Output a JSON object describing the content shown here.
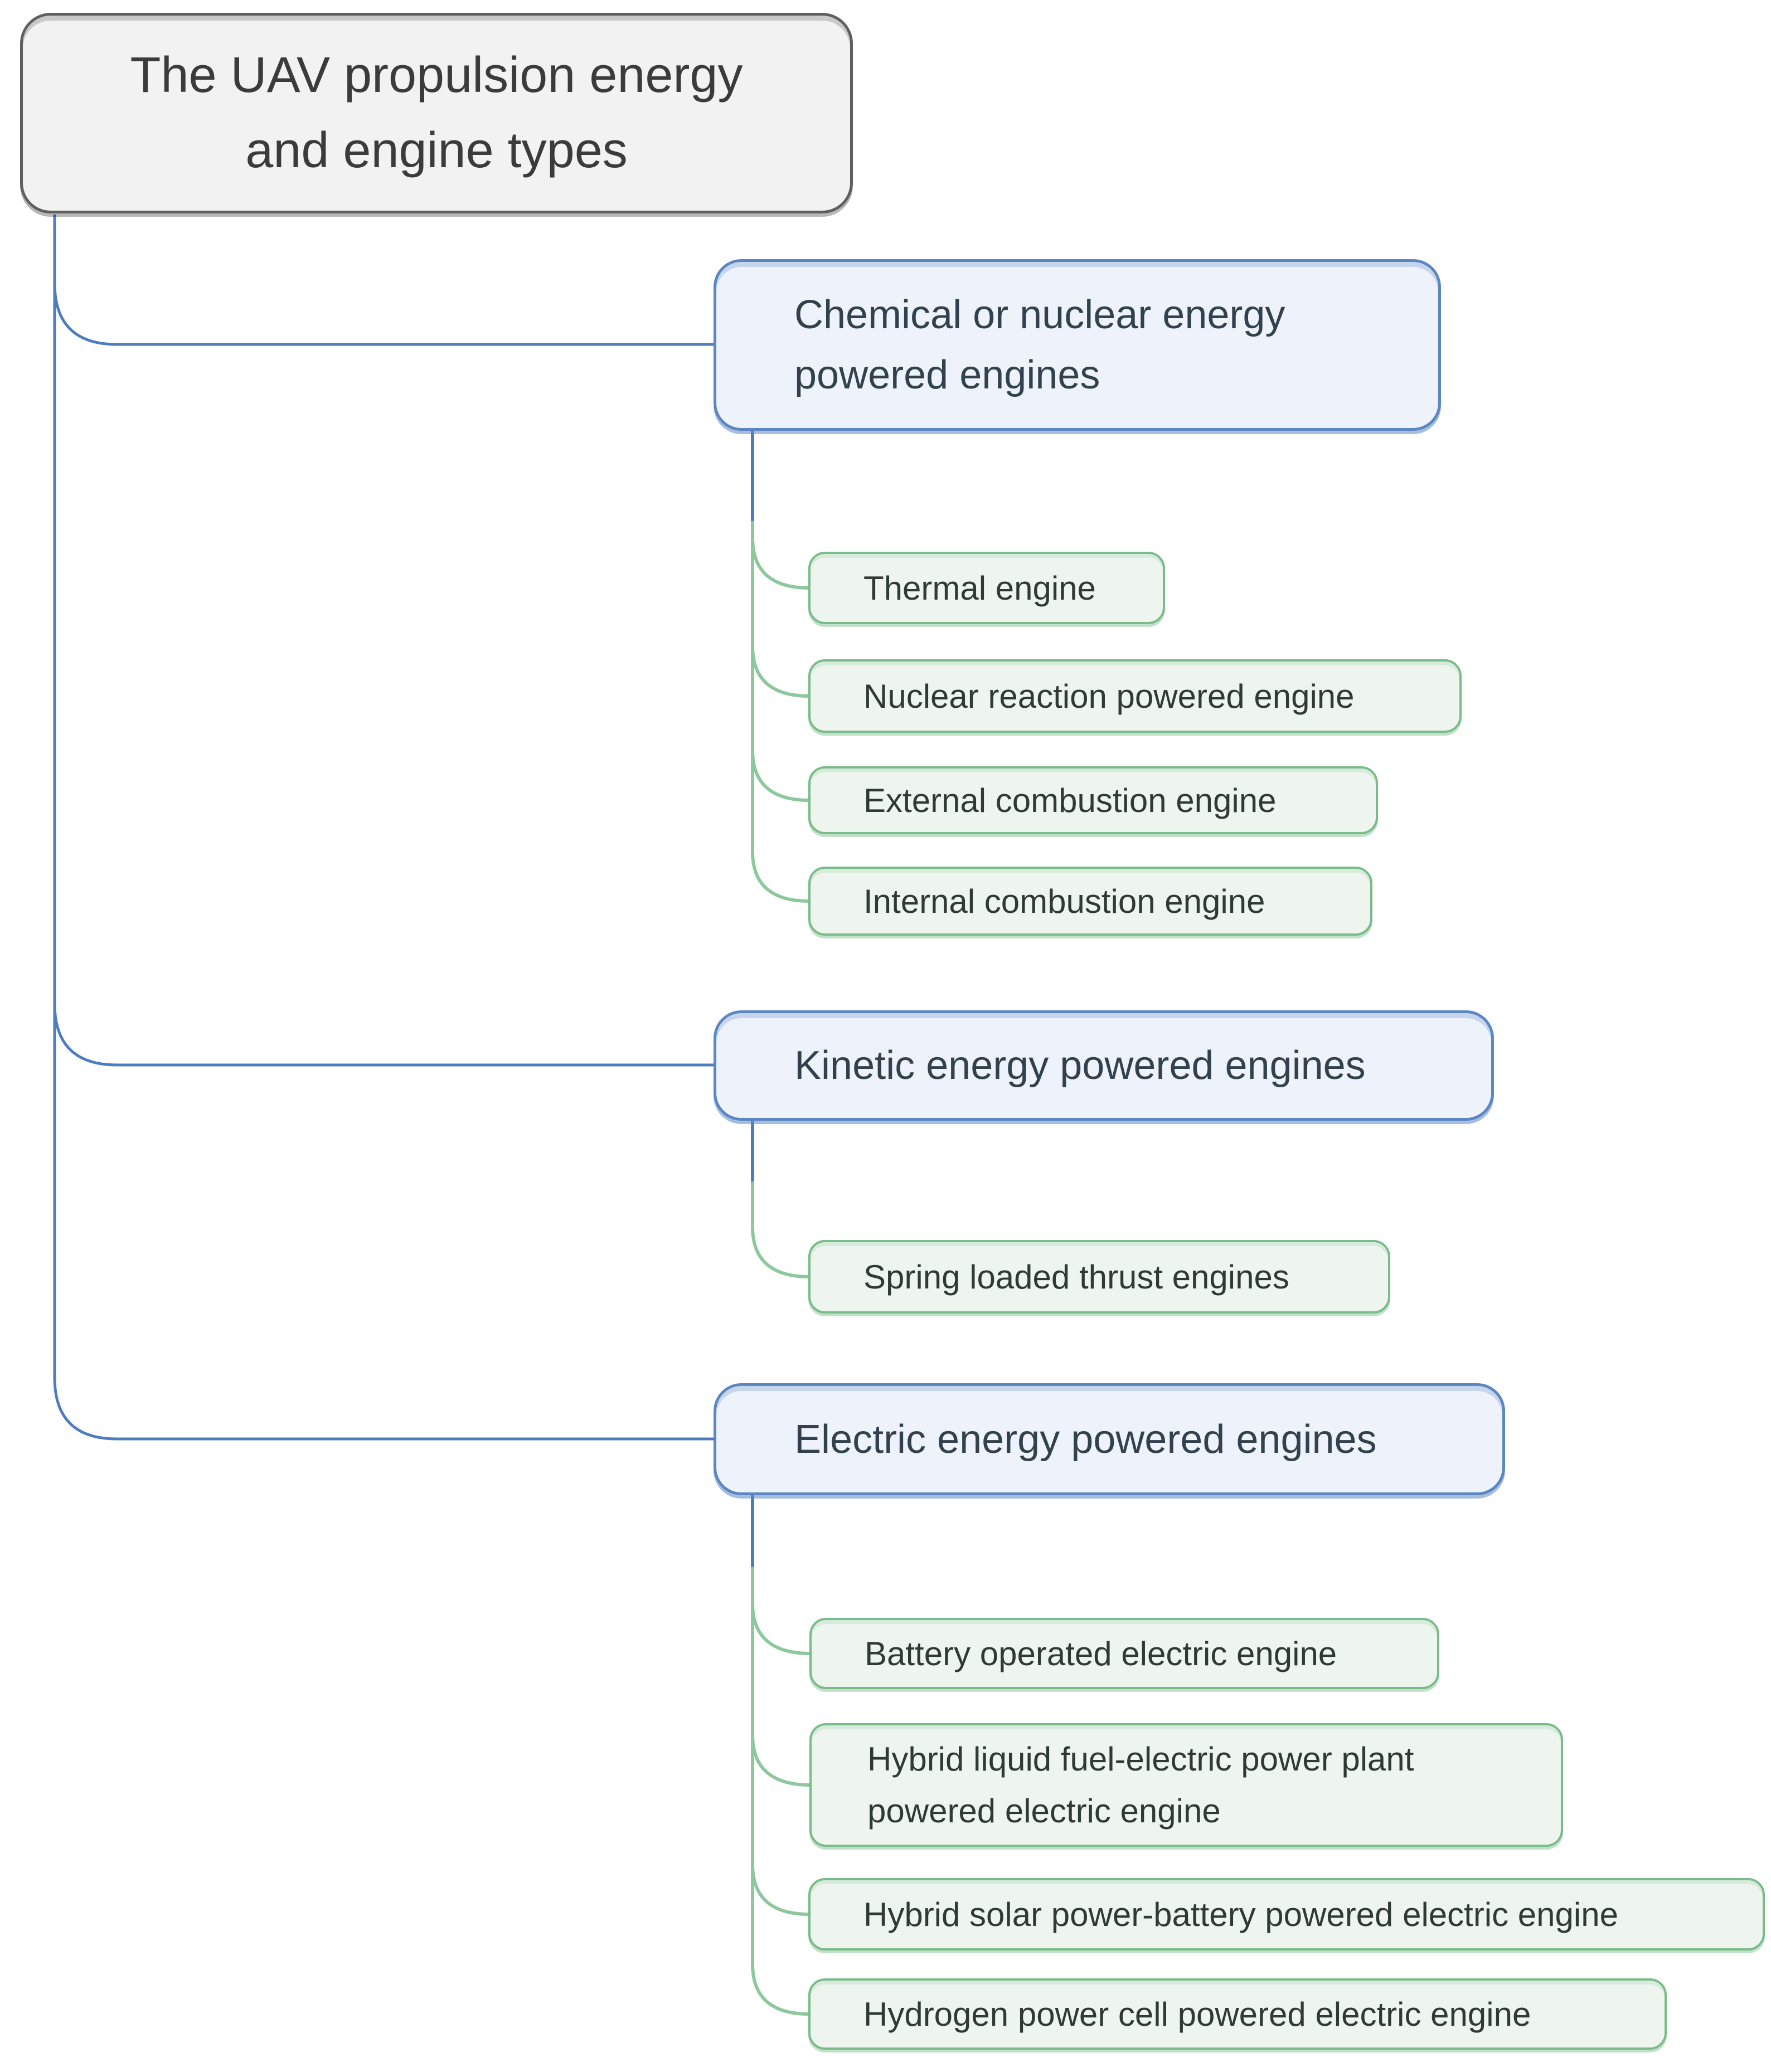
{
  "diagram": {
    "root": {
      "label": "The UAV propulsion energy and engine types"
    },
    "branches": [
      {
        "label": "Chemical or nuclear energy powered engines",
        "children": [
          "Thermal engine",
          "Nuclear reaction powered engine",
          "External combustion engine",
          "Internal combustion engine"
        ]
      },
      {
        "label": "Kinetic energy powered engines",
        "children": [
          "Spring loaded thrust engines"
        ]
      },
      {
        "label": "Electric energy powered engines",
        "children": [
          "Battery operated electric engine",
          "Hybrid liquid fuel-electric power plant powered electric engine",
          "Hybrid solar power-battery powered electric engine",
          "Hydrogen power cell powered electric engine"
        ]
      }
    ]
  },
  "colors": {
    "root-fill": "#f2f2f2",
    "root-border": "#5f5f5f",
    "root-text": "#3b3b3b",
    "branch-fill": "#edf2fb",
    "branch-border": "#5b86c2",
    "branch-text": "#32414e",
    "child-fill": "#eef5ef",
    "child-border": "#79bc8a",
    "child-text": "#2f3a34",
    "connector-blue": "#4d7dbe",
    "connector-green": "#8cc89c"
  }
}
